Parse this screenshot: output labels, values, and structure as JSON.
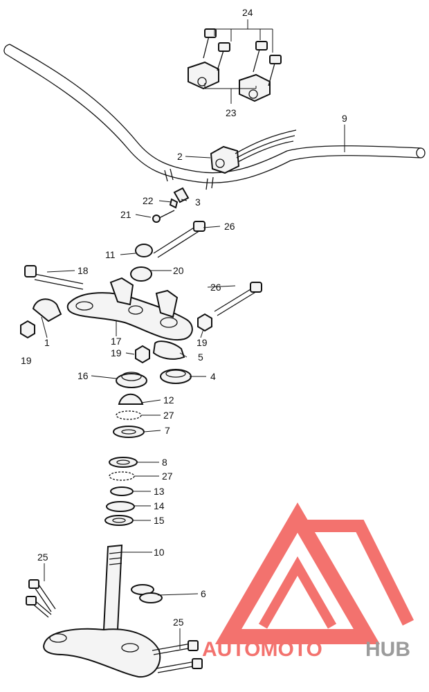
{
  "colors": {
    "watermark_red": "#f25a55",
    "watermark_gray": "#8a8a8a",
    "line": "#111111"
  },
  "watermark": {
    "logo_name": "automotohub-logo",
    "text_red": "AUTOMOTO",
    "text_gray": "HUB"
  },
  "callouts": [
    {
      "id": "c24",
      "text": "24"
    },
    {
      "id": "c23",
      "text": "23"
    },
    {
      "id": "c9",
      "text": "9"
    },
    {
      "id": "c2",
      "text": "2"
    },
    {
      "id": "c22",
      "text": "22"
    },
    {
      "id": "c3",
      "text": "3"
    },
    {
      "id": "c21",
      "text": "21"
    },
    {
      "id": "c26a",
      "text": "26"
    },
    {
      "id": "c11",
      "text": "11"
    },
    {
      "id": "c18",
      "text": "18"
    },
    {
      "id": "c20",
      "text": "20"
    },
    {
      "id": "c26b",
      "text": "26"
    },
    {
      "id": "c1",
      "text": "1"
    },
    {
      "id": "c17",
      "text": "17"
    },
    {
      "id": "c19a",
      "text": "19"
    },
    {
      "id": "c19b",
      "text": "19"
    },
    {
      "id": "c19c",
      "text": "19"
    },
    {
      "id": "c5",
      "text": "5"
    },
    {
      "id": "c16",
      "text": "16"
    },
    {
      "id": "c4",
      "text": "4"
    },
    {
      "id": "c12",
      "text": "12"
    },
    {
      "id": "c27a",
      "text": "27"
    },
    {
      "id": "c7",
      "text": "7"
    },
    {
      "id": "c8",
      "text": "8"
    },
    {
      "id": "c27b",
      "text": "27"
    },
    {
      "id": "c13",
      "text": "13"
    },
    {
      "id": "c14",
      "text": "14"
    },
    {
      "id": "c15",
      "text": "15"
    },
    {
      "id": "c10",
      "text": "10"
    },
    {
      "id": "c25a",
      "text": "25"
    },
    {
      "id": "c6",
      "text": "6"
    },
    {
      "id": "c25b",
      "text": "25"
    }
  ]
}
